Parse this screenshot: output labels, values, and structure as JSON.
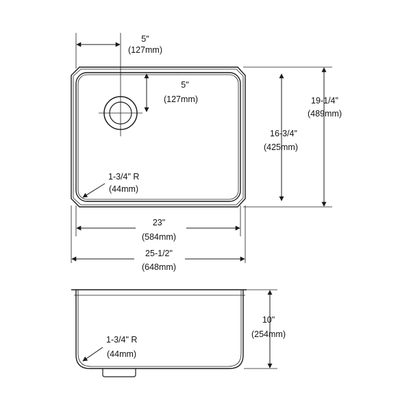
{
  "top_view": {
    "drain_offset_x": {
      "imperial": "5\"",
      "metric": "(127mm)"
    },
    "drain_offset_y": {
      "imperial": "5\"",
      "metric": "(127mm)"
    },
    "bowl_length": {
      "imperial": "16-3/4\"",
      "metric": "(425mm)"
    },
    "overall_length": {
      "imperial": "19-1/4\"",
      "metric": "(489mm)"
    },
    "corner_radius": {
      "imperial": "1-3/4\" R",
      "metric": "(44mm)"
    },
    "bowl_width": {
      "imperial": "23\"",
      "metric": "(584mm)"
    },
    "overall_width": {
      "imperial": "25-1/2\"",
      "metric": "(648mm)"
    }
  },
  "side_view": {
    "depth": {
      "imperial": "10\"",
      "metric": "(254mm)"
    },
    "corner_radius": {
      "imperial": "1-3/4\" R",
      "metric": "(44mm)"
    }
  },
  "colors": {
    "line": "#1a1a1a",
    "background": "#ffffff"
  }
}
